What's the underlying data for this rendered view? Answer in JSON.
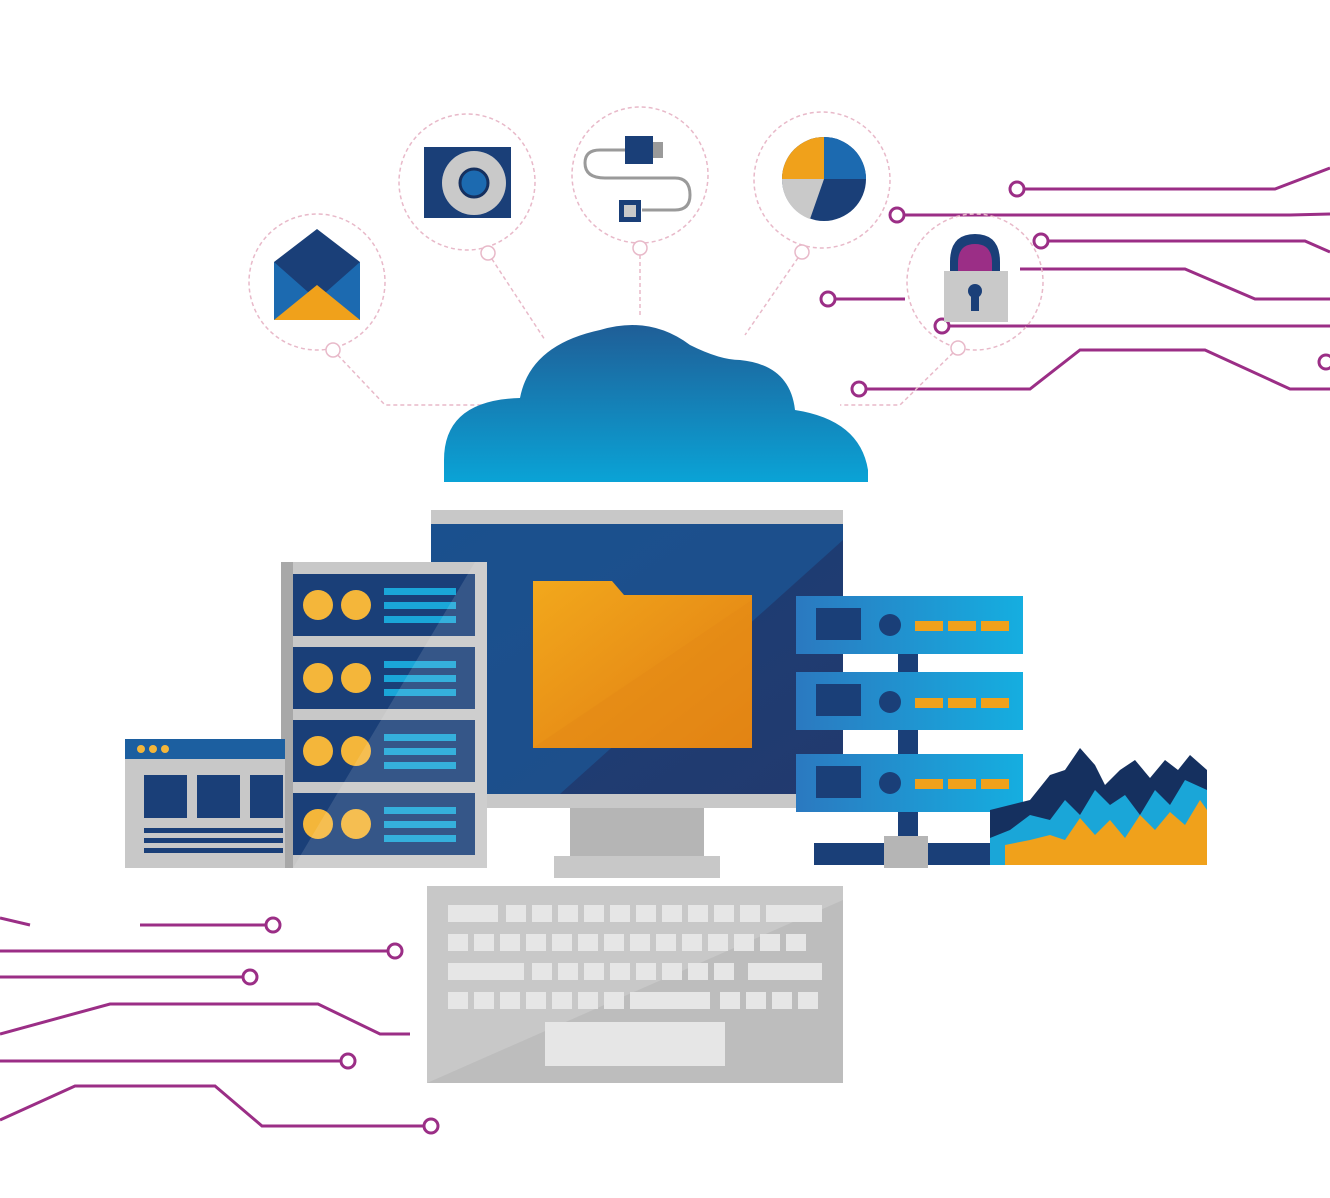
{
  "scene": {
    "description_name": "cloud-computing-illustration",
    "colors": {
      "background": "#ffffff",
      "cloud_top": "#1f5e97",
      "cloud_bottom": "#0aa3d6",
      "navy": "#15305f",
      "blue": "#1f6fae",
      "light_blue": "#1aa6d8",
      "orange": "#f0a11b",
      "dark_orange": "#e07b12",
      "circuit": "#9b2e86",
      "gray": "#c8c8c8",
      "dark_gray": "#9a9a9a",
      "yellow_dot": "#f4b63a"
    },
    "icons": [
      "mail-icon",
      "disk-drive-icon",
      "usb-cable-icon",
      "pie-chart-icon",
      "padlock-icon"
    ],
    "devices": [
      "cloud",
      "monitor",
      "folder",
      "server-rack",
      "network-switch",
      "browser-window",
      "keyboard",
      "activity-graph"
    ]
  }
}
